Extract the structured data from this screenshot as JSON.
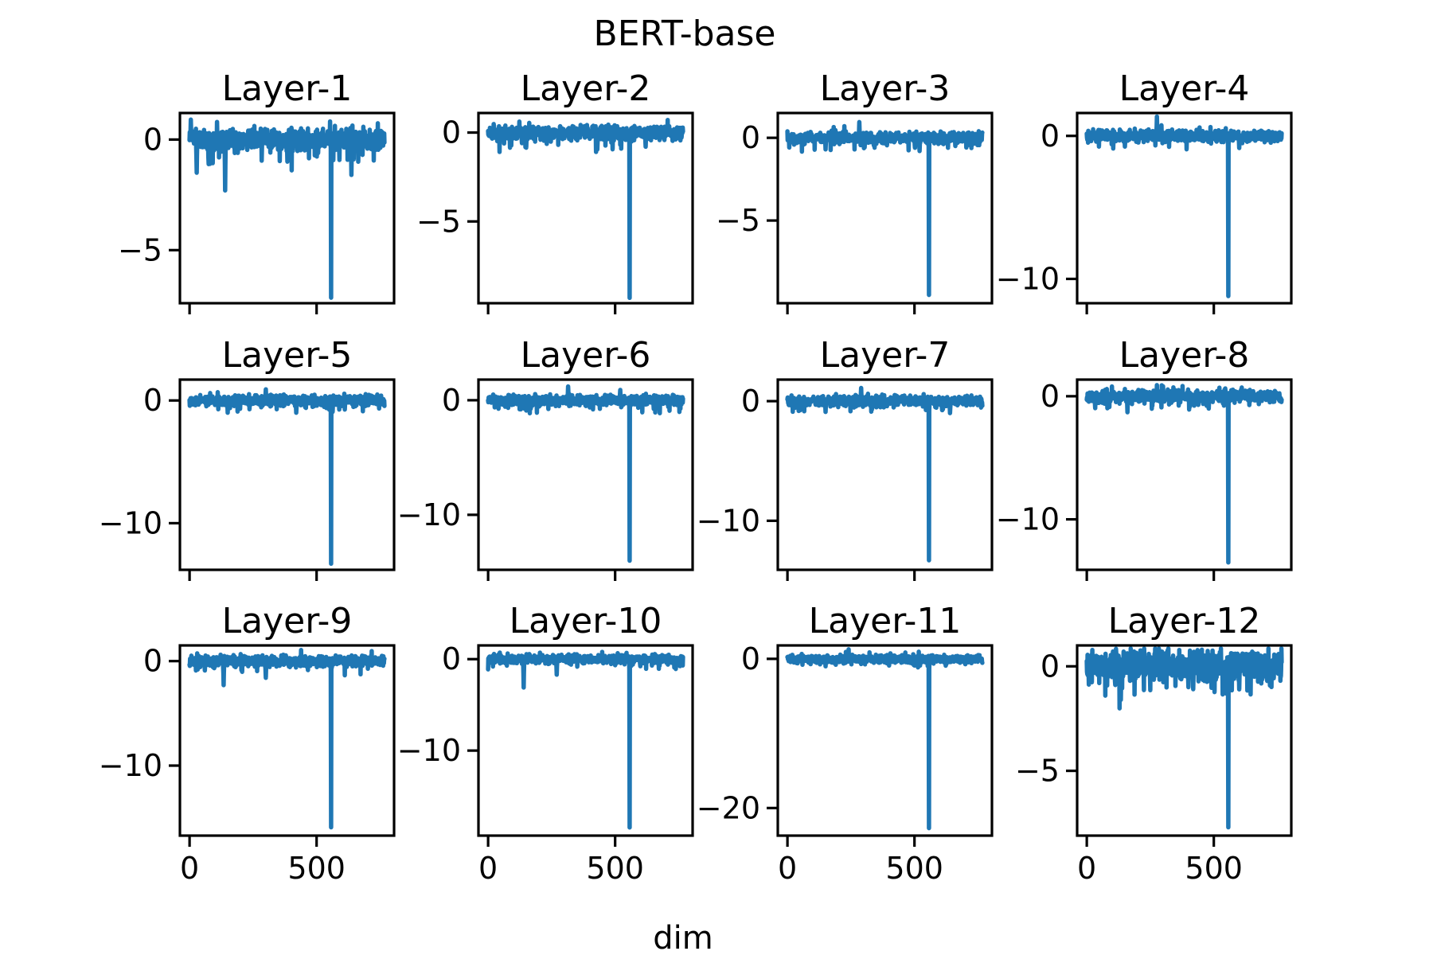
{
  "figure": {
    "background": "#ffffff"
  },
  "chart_data": {
    "type": "line",
    "title": "BERT-base",
    "xlabel": "dim",
    "layout": "3 rows x 4 cols, 12 subplots",
    "x_dims": 768,
    "xlim": [
      -38,
      805
    ],
    "xticks": [
      0,
      500
    ],
    "grid": false,
    "legend_position": "none",
    "line_color": "#1f77b4",
    "outlier_dim": 557,
    "subplots": [
      {
        "title": "Layer-1",
        "yticks": [
          0,
          -5
        ],
        "ylim": [
          -7.4,
          1.2
        ],
        "spike": {
          "dim": 557,
          "value": -7.15
        },
        "noise_sigma": 0.28,
        "blips": [
          [
            5,
            0.9
          ],
          [
            28,
            -1.5
          ],
          [
            80,
            -1.1
          ],
          [
            140,
            -2.3
          ],
          [
            385,
            -1.0
          ],
          [
            637,
            -1.6
          ]
        ]
      },
      {
        "title": "Layer-2",
        "yticks": [
          0,
          -5
        ],
        "ylim": [
          -9.6,
          1.1
        ],
        "spike": {
          "dim": 557,
          "value": -9.3
        },
        "noise_sigma": 0.22,
        "blips": [
          [
            150,
            -0.85
          ],
          [
            430,
            -0.95
          ],
          [
            620,
            -0.8
          ]
        ]
      },
      {
        "title": "Layer-3",
        "yticks": [
          0,
          -5
        ],
        "ylim": [
          -10.0,
          1.5
        ],
        "spike": {
          "dim": 557,
          "value": -9.5
        },
        "noise_sigma": 0.2,
        "blips": [
          [
            283,
            0.95
          ],
          [
            150,
            -0.7
          ],
          [
            520,
            -0.8
          ]
        ]
      },
      {
        "title": "Layer-4",
        "yticks": [
          0,
          -10
        ],
        "ylim": [
          -11.7,
          1.6
        ],
        "spike": {
          "dim": 557,
          "value": -11.2
        },
        "noise_sigma": 0.22,
        "blips": [
          [
            276,
            1.35
          ],
          [
            150,
            -0.75
          ],
          [
            600,
            -0.85
          ]
        ]
      },
      {
        "title": "Layer-5",
        "yticks": [
          0,
          -10
        ],
        "ylim": [
          -13.8,
          1.7
        ],
        "spike": {
          "dim": 557,
          "value": -13.3
        },
        "noise_sigma": 0.25,
        "blips": [
          [
            300,
            0.9
          ],
          [
            150,
            -1.0
          ],
          [
            420,
            -1.0
          ]
        ]
      },
      {
        "title": "Layer-6",
        "yticks": [
          0,
          -10
        ],
        "ylim": [
          -14.8,
          1.8
        ],
        "spike": {
          "dim": 557,
          "value": -14.0
        },
        "noise_sigma": 0.25,
        "blips": [
          [
            315,
            1.2
          ],
          [
            520,
            0.9
          ],
          [
            150,
            -0.9
          ]
        ]
      },
      {
        "title": "Layer-7",
        "yticks": [
          0,
          -10
        ],
        "ylim": [
          -14.1,
          1.8
        ],
        "spike": {
          "dim": 557,
          "value": -13.3
        },
        "noise_sigma": 0.25,
        "blips": [
          [
            290,
            1.1
          ],
          [
            150,
            -0.9
          ],
          [
            640,
            -1.0
          ]
        ]
      },
      {
        "title": "Layer-8",
        "yticks": [
          0,
          -10
        ],
        "ylim": [
          -14.1,
          1.35
        ],
        "spike": {
          "dim": 557,
          "value": -13.5
        },
        "noise_sigma": 0.28,
        "blips": [
          [
            160,
            -1.3
          ],
          [
            480,
            -1.0
          ],
          [
            300,
            0.8
          ]
        ]
      },
      {
        "title": "Layer-9",
        "yticks": [
          0,
          -10
        ],
        "ylim": [
          -16.7,
          1.5
        ],
        "spike": {
          "dim": 557,
          "value": -15.9
        },
        "noise_sigma": 0.3,
        "blips": [
          [
            60,
            -0.9
          ],
          [
            134,
            -2.3
          ],
          [
            300,
            -1.6
          ]
        ]
      },
      {
        "title": "Layer-10",
        "yticks": [
          0,
          -10
        ],
        "ylim": [
          -19.3,
          1.5
        ],
        "spike": {
          "dim": 557,
          "value": -18.4
        },
        "noise_sigma": 0.28,
        "blips": [
          [
            140,
            -3.1
          ],
          [
            270,
            -1.7
          ]
        ]
      },
      {
        "title": "Layer-11",
        "yticks": [
          0,
          -20
        ],
        "ylim": [
          -23.7,
          1.8
        ],
        "spike": {
          "dim": 557,
          "value": -22.7
        },
        "noise_sigma": 0.3,
        "blips": [
          [
            150,
            -1.0
          ],
          [
            500,
            -0.9
          ]
        ]
      },
      {
        "title": "Layer-12",
        "yticks": [
          0,
          -5
        ],
        "ylim": [
          -8.1,
          1.0
        ],
        "spike": {
          "dim": 557,
          "value": -7.7
        },
        "noise_sigma": 0.42,
        "blips": [
          [
            134,
            -1.6
          ],
          [
            400,
            -1.0
          ],
          [
            600,
            -1.1
          ]
        ]
      }
    ]
  }
}
